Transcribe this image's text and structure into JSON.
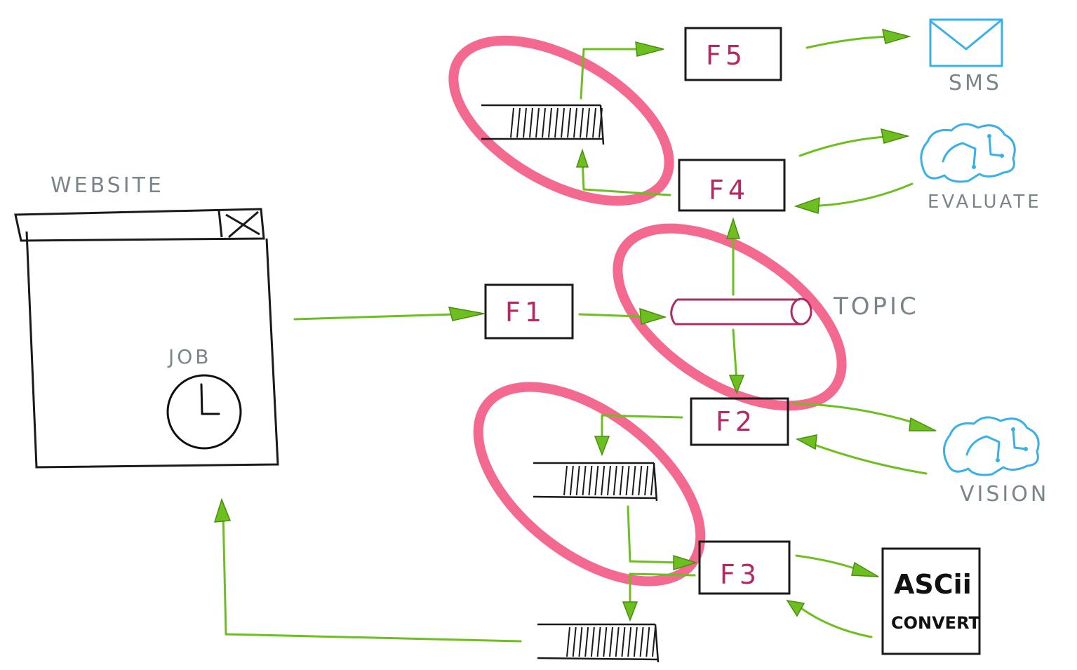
{
  "labels": {
    "website": "WEBSITE",
    "job": "JOB",
    "topic": "TOPIC",
    "sms": "SMS",
    "evaluate": "EVALUATE",
    "vision": "VISION",
    "ascii_line1": "ASCii",
    "ascii_line2": "CONVERT"
  },
  "functions": {
    "f1": "F1",
    "f2": "F2",
    "f3": "F3",
    "f4": "F4",
    "f5": "F5"
  },
  "colors": {
    "arrow": "#6cbf1e",
    "highlight": "#f4638b",
    "service_icon": "#3ab0e8",
    "function_text": "#b02a63",
    "label_text": "#7a8589"
  },
  "icons": {
    "sms": "envelope-icon",
    "evaluate": "brain-icon",
    "vision": "brain-icon",
    "job": "clock-icon",
    "website": "browser-window-icon"
  }
}
